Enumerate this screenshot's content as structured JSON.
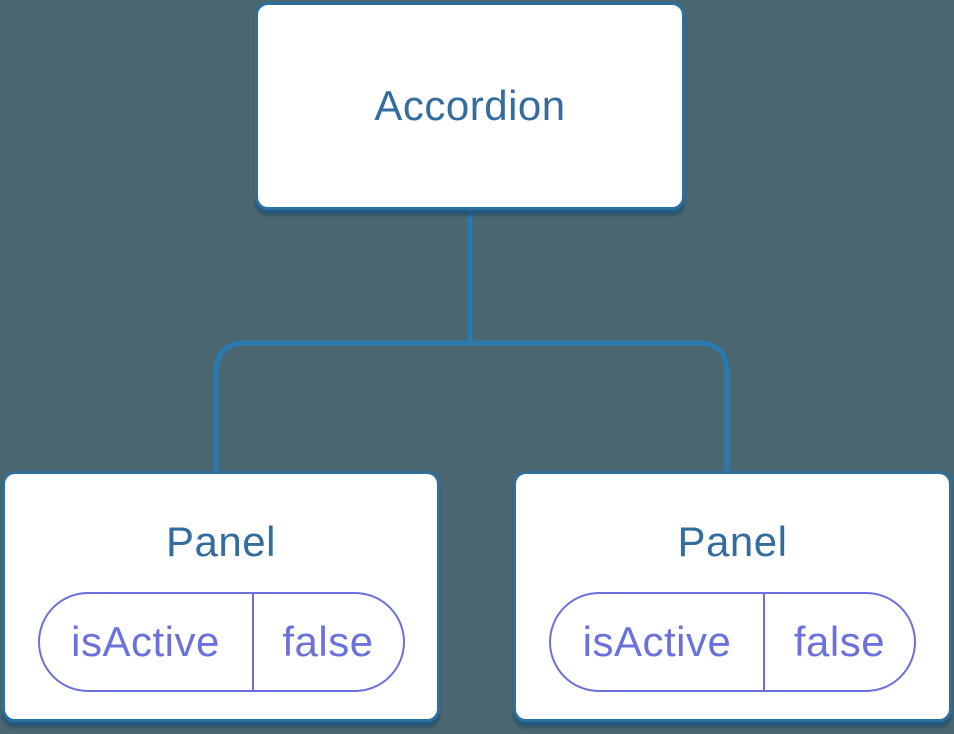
{
  "diagram": {
    "type": "component-tree",
    "colors": {
      "bg": "#4A6671",
      "line": "#2E6F9E",
      "connector": "#2A79AF",
      "title_text": "#336C9E",
      "state_text": "#6A71DC",
      "node_bg": "#FFFFFF"
    },
    "root": {
      "label": "Accordion"
    },
    "children": [
      {
        "label": "Panel",
        "state": {
          "key": "isActive",
          "value": "false"
        }
      },
      {
        "label": "Panel",
        "state": {
          "key": "isActive",
          "value": "false"
        }
      }
    ]
  }
}
